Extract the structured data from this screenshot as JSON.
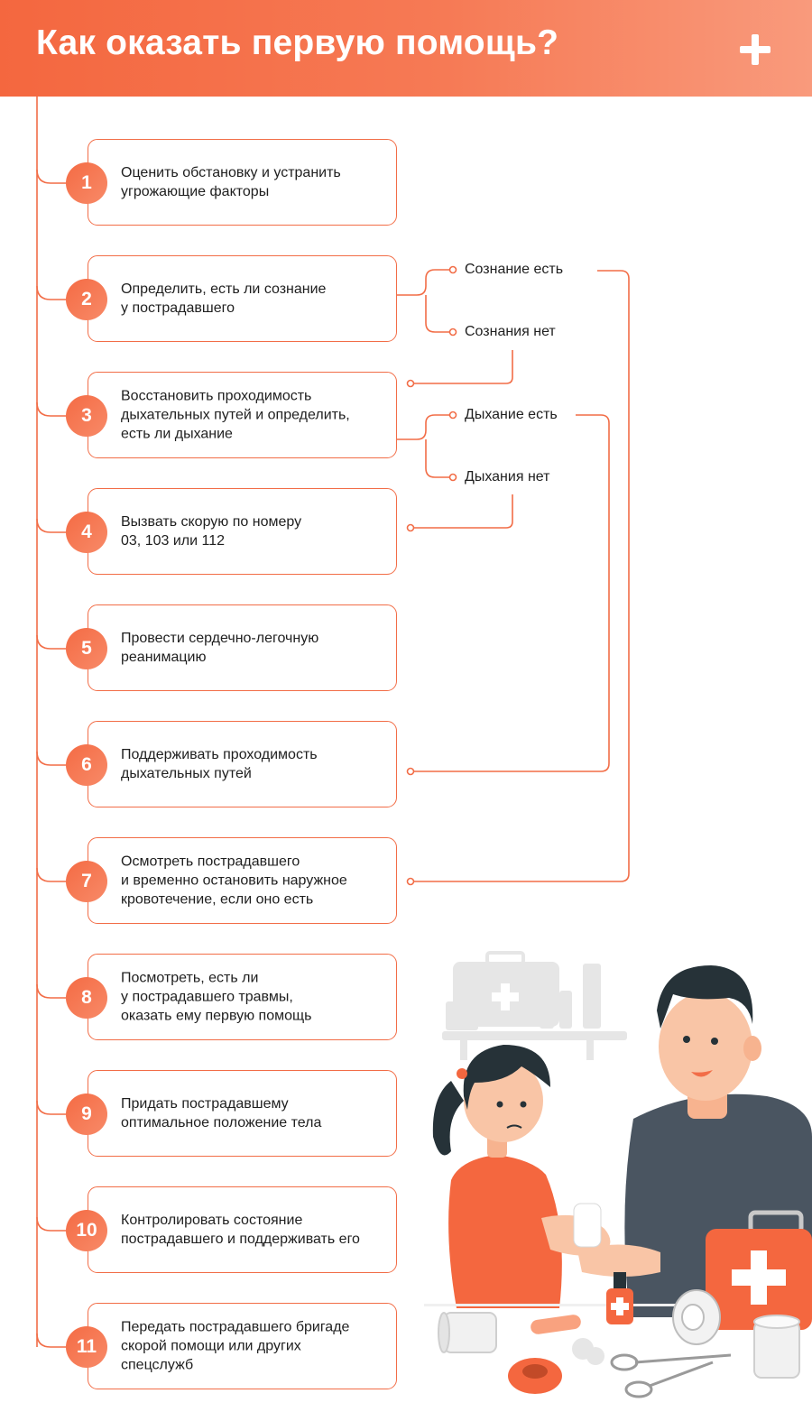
{
  "title": "Как оказать первую помощь?",
  "steps": [
    {
      "number": "1",
      "text": "Оценить обстановку и устранить\nугрожающие факторы"
    },
    {
      "number": "2",
      "text": "Определить, есть ли сознание\nу пострадавшего"
    },
    {
      "number": "3",
      "text": "Восстановить проходимость\nдыхательных путей и определить,\nесть ли дыхание"
    },
    {
      "number": "4",
      "text": "Вызвать скорую по номеру\n03, 103 или 112"
    },
    {
      "number": "5",
      "text": "Провести сердечно-легочную\nреанимацию"
    },
    {
      "number": "6",
      "text": "Поддерживать проходимость\nдыхательных путей"
    },
    {
      "number": "7",
      "text": "Осмотреть пострадавшего\nи временно остановить наружное\nкровотечение, если оно есть"
    },
    {
      "number": "8",
      "text": "Посмотреть, есть ли\nу пострадавшего травмы,\nоказать ему первую помощь"
    },
    {
      "number": "9",
      "text": "Придать пострадавшему\nоптимальное положение тела"
    },
    {
      "number": "10",
      "text": "Контролировать состояние\nпострадавшего и поддерживать его"
    },
    {
      "number": "11",
      "text": "Передать пострадавшего бригаде\nскорой помощи или других\nспецслужб"
    }
  ],
  "branches": {
    "consciousness_yes": "Сознание есть",
    "consciousness_no": "Сознания нет",
    "breathing_yes": "Дыхание есть",
    "breathing_no": "Дыхания нет"
  },
  "colors": {
    "accent": "#f26d47",
    "header_start": "#f4673f",
    "header_end": "#f99a7c"
  }
}
